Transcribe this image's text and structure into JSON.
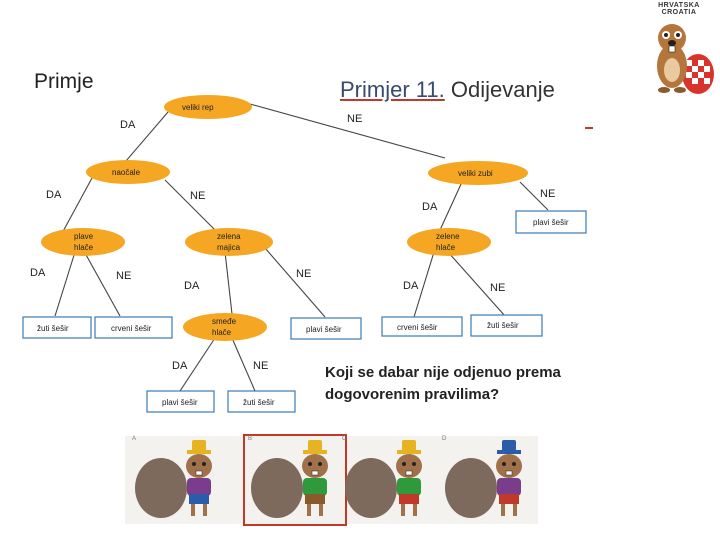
{
  "slide": {
    "title_short": "Primje",
    "title_prefix": "Primjer 11.",
    "title_rest": "Odijevanje",
    "question_line1": "Koji se dabar nije odjenuo prema",
    "question_line2": "dogovorenim pravilima?"
  },
  "logo": {
    "line1": "HRVATSKA",
    "line2": "CROATIA",
    "icon": "beaver-mascot-icon"
  },
  "tree": {
    "nodes": {
      "root": "veliki rep",
      "naocale": "naočale",
      "zubi": "veliki zubi",
      "plave_hlace": [
        "plave",
        "hlače"
      ],
      "zelena_majica": [
        "zelena",
        "majica"
      ],
      "zelene_hlace": [
        "zelene",
        "hlače"
      ],
      "smede_hlace": [
        "smeđe",
        "hlače"
      ]
    },
    "leaves": {
      "plavi_top": "plavi šešir",
      "zuti_1": "žuti šešir",
      "crveni_1": "crveni šešir",
      "plavi_mid": "plavi šešir",
      "crveni_2": "crveni šešir",
      "zuti_2": "žuti šešir",
      "plavi_low": "plavi šešir",
      "zuti_low": "žuti šešir"
    },
    "da": "DA",
    "ne": "NE"
  },
  "options": [
    {
      "label": "A",
      "hat": "#e6b422",
      "shirt": "#7a3d8c",
      "pants": "#2a5caa"
    },
    {
      "label": "B",
      "hat": "#e6b422",
      "shirt": "#2e9a3c",
      "pants": "#8b5a2b"
    },
    {
      "label": "C",
      "hat": "#e6b422",
      "shirt": "#2e9a3c",
      "pants": "#c0392b"
    },
    {
      "label": "D",
      "hat": "#2a5caa",
      "shirt": "#7a3d8c",
      "pants": "#c0392b"
    }
  ],
  "colors": {
    "node_fill": "#f5a623",
    "leaf_border": "#3a7ab8",
    "line": "#444444",
    "highlight": "#c0392b"
  }
}
